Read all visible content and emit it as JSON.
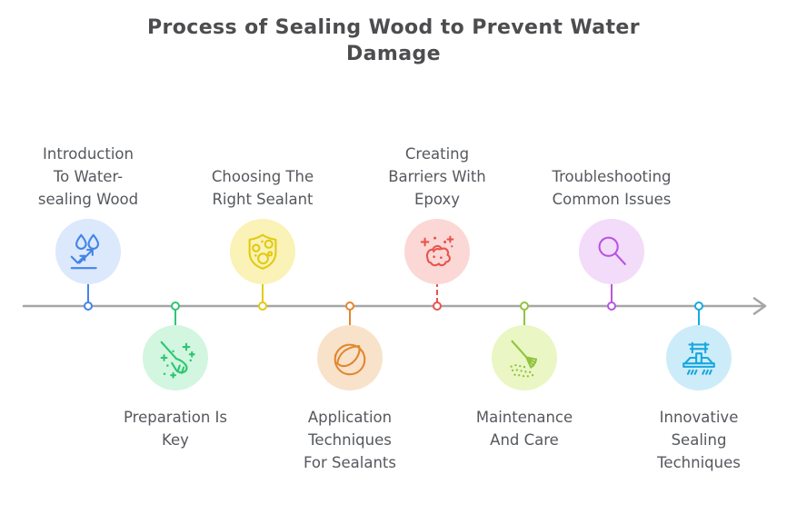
{
  "title": {
    "lines": [
      "Process of Sealing Wood to Prevent Water",
      "Damage"
    ],
    "color": "#4d4d50"
  },
  "label_color": "#55585d",
  "timeline": {
    "color": "#a6a6a6",
    "direction": "left-to-right-arrow"
  },
  "items": [
    {
      "step": 1,
      "side": "top",
      "label": [
        "Introduction",
        "To Water-",
        "sealing Wood"
      ],
      "icon": "water-repel-icon",
      "accent": "#4285e8",
      "bg": "#dce8fb"
    },
    {
      "step": 2,
      "side": "bottom",
      "label": [
        "Preparation Is",
        "Key"
      ],
      "icon": "broom-icon",
      "accent": "#2ec573",
      "bg": "#d2f6e0"
    },
    {
      "step": 3,
      "side": "top",
      "label": [
        "Choosing The",
        "Right Sealant"
      ],
      "icon": "sponge-shield-icon",
      "accent": "#e2ca10",
      "bg": "#faf2b6"
    },
    {
      "step": 4,
      "side": "bottom",
      "label": [
        "Application",
        "Techniques",
        "For Sealants"
      ],
      "icon": "coating-slice-icon",
      "accent": "#e28730",
      "bg": "#f9e2ca"
    },
    {
      "step": 5,
      "side": "top",
      "label": [
        "Creating",
        "Barriers With",
        "Epoxy"
      ],
      "icon": "epoxy-blob-icon",
      "accent": "#e8544e",
      "bg": "#fbd8d5"
    },
    {
      "step": 6,
      "side": "bottom",
      "label": [
        "Maintenance",
        "And Care"
      ],
      "icon": "rake-icon",
      "accent": "#90c43e",
      "bg": "#eaf6c3"
    },
    {
      "step": 7,
      "side": "top",
      "label": [
        "Troubleshooting",
        "Common Issues"
      ],
      "icon": "magnifier-icon",
      "accent": "#ba55e0",
      "bg": "#f2dcf9"
    },
    {
      "step": 8,
      "side": "bottom",
      "label": [
        "Innovative",
        "Sealing",
        "Techniques"
      ],
      "icon": "sealing-machine-icon",
      "accent": "#18a8df",
      "bg": "#cdecf9"
    }
  ]
}
